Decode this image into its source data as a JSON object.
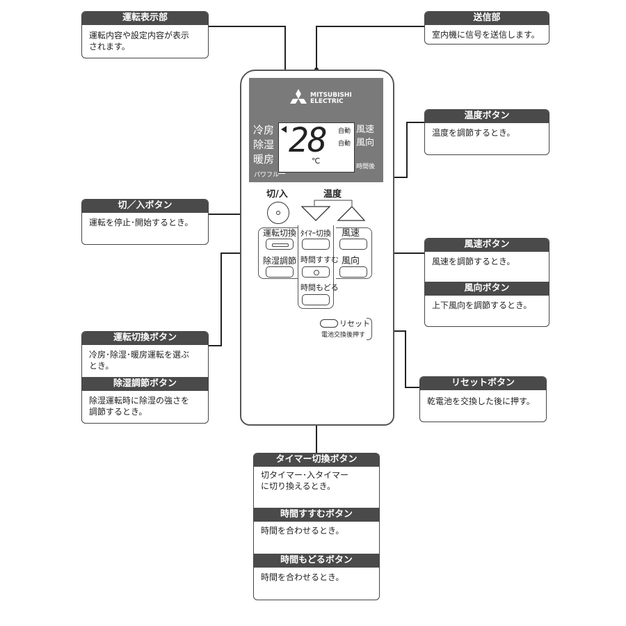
{
  "callouts": {
    "display": {
      "title": "運転表示部",
      "text": "運転内容や設定内容が表示\nされます。"
    },
    "transmitter": {
      "title": "送信部",
      "text": "室内機に信号を送信します。"
    },
    "temp_button": {
      "title": "温度ボタン",
      "text": "温度を調節するとき。"
    },
    "power_button": {
      "title": "切／入ボタン",
      "text": "運転を停止･開始するとき。"
    },
    "fan_speed_button": {
      "title": "風速ボタン",
      "text": "風速を調節するとき。"
    },
    "fan_direction_button": {
      "title": "風向ボタン",
      "text": "上下風向を調節するとき。"
    },
    "mode_button": {
      "title": "運転切換ボタン",
      "text": "冷房･除湿･暖房運転を選ぶ\nとき。"
    },
    "dehum_button": {
      "title": "除湿調節ボタン",
      "text": "除湿運転時に除湿の強さを\n調節するとき。"
    },
    "reset_button": {
      "title": "リセットボタン",
      "text": "乾電池を交換した後に押す。"
    },
    "timer_switch_button": {
      "title": "タイマー切換ボタン",
      "text": "切タイマー･入タイマー\nに切り換えるとき。"
    },
    "time_forward_button": {
      "title": "時間すすむボタン",
      "text": "時間を合わせるとき。"
    },
    "time_back_button": {
      "title": "時間もどるボタン",
      "text": "時間を合わせるとき。"
    }
  },
  "remote": {
    "brand_line1": "MITSUBISHI",
    "brand_line2": "ELECTRIC",
    "modes": [
      "冷房",
      "除湿",
      "暖房"
    ],
    "powerful": "パワフル",
    "temperature": "28",
    "unit": "℃",
    "auto1": "自動",
    "auto2": "自動",
    "fan_speed_label": "風速",
    "fan_dir_label": "風向",
    "timer_after": "時間後",
    "power_label": "切/入",
    "temp_label": "温度",
    "mode_switch": "運転切換",
    "dehum": "除湿調節",
    "timer_switch": "ﾀｲﾏｰ切換",
    "time_forward": "時間すすむ",
    "time_back": "時間もどる",
    "btn_fan_speed": "風速",
    "btn_fan_dir": "風向",
    "reset": "リセット",
    "reset_note": "電池交換後押す"
  }
}
